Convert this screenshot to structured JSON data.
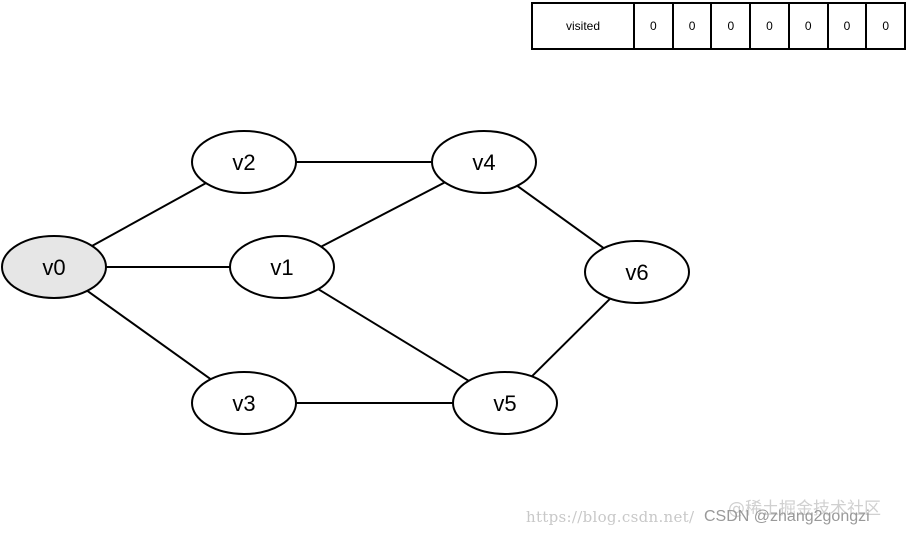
{
  "visited": {
    "label": "visited",
    "values": [
      "0",
      "0",
      "0",
      "0",
      "0",
      "0",
      "0"
    ]
  },
  "graph": {
    "nodes": [
      {
        "id": "v0",
        "label": "v0",
        "highlighted": true
      },
      {
        "id": "v1",
        "label": "v1",
        "highlighted": false
      },
      {
        "id": "v2",
        "label": "v2",
        "highlighted": false
      },
      {
        "id": "v3",
        "label": "v3",
        "highlighted": false
      },
      {
        "id": "v4",
        "label": "v4",
        "highlighted": false
      },
      {
        "id": "v5",
        "label": "v5",
        "highlighted": false
      },
      {
        "id": "v6",
        "label": "v6",
        "highlighted": false
      }
    ],
    "edges": [
      [
        "v0",
        "v1"
      ],
      [
        "v0",
        "v2"
      ],
      [
        "v0",
        "v3"
      ],
      [
        "v2",
        "v4"
      ],
      [
        "v1",
        "v4"
      ],
      [
        "v1",
        "v5"
      ],
      [
        "v3",
        "v5"
      ],
      [
        "v4",
        "v6"
      ],
      [
        "v5",
        "v6"
      ]
    ],
    "colors": {
      "highlight_fill": "#e6e6e6",
      "node_fill": "#ffffff",
      "stroke": "#000000"
    }
  },
  "watermark": {
    "url": "https://blog.csdn.net/",
    "author": "CSDN @zhang2gongzi",
    "site": "@稀土掘金技术社区"
  }
}
